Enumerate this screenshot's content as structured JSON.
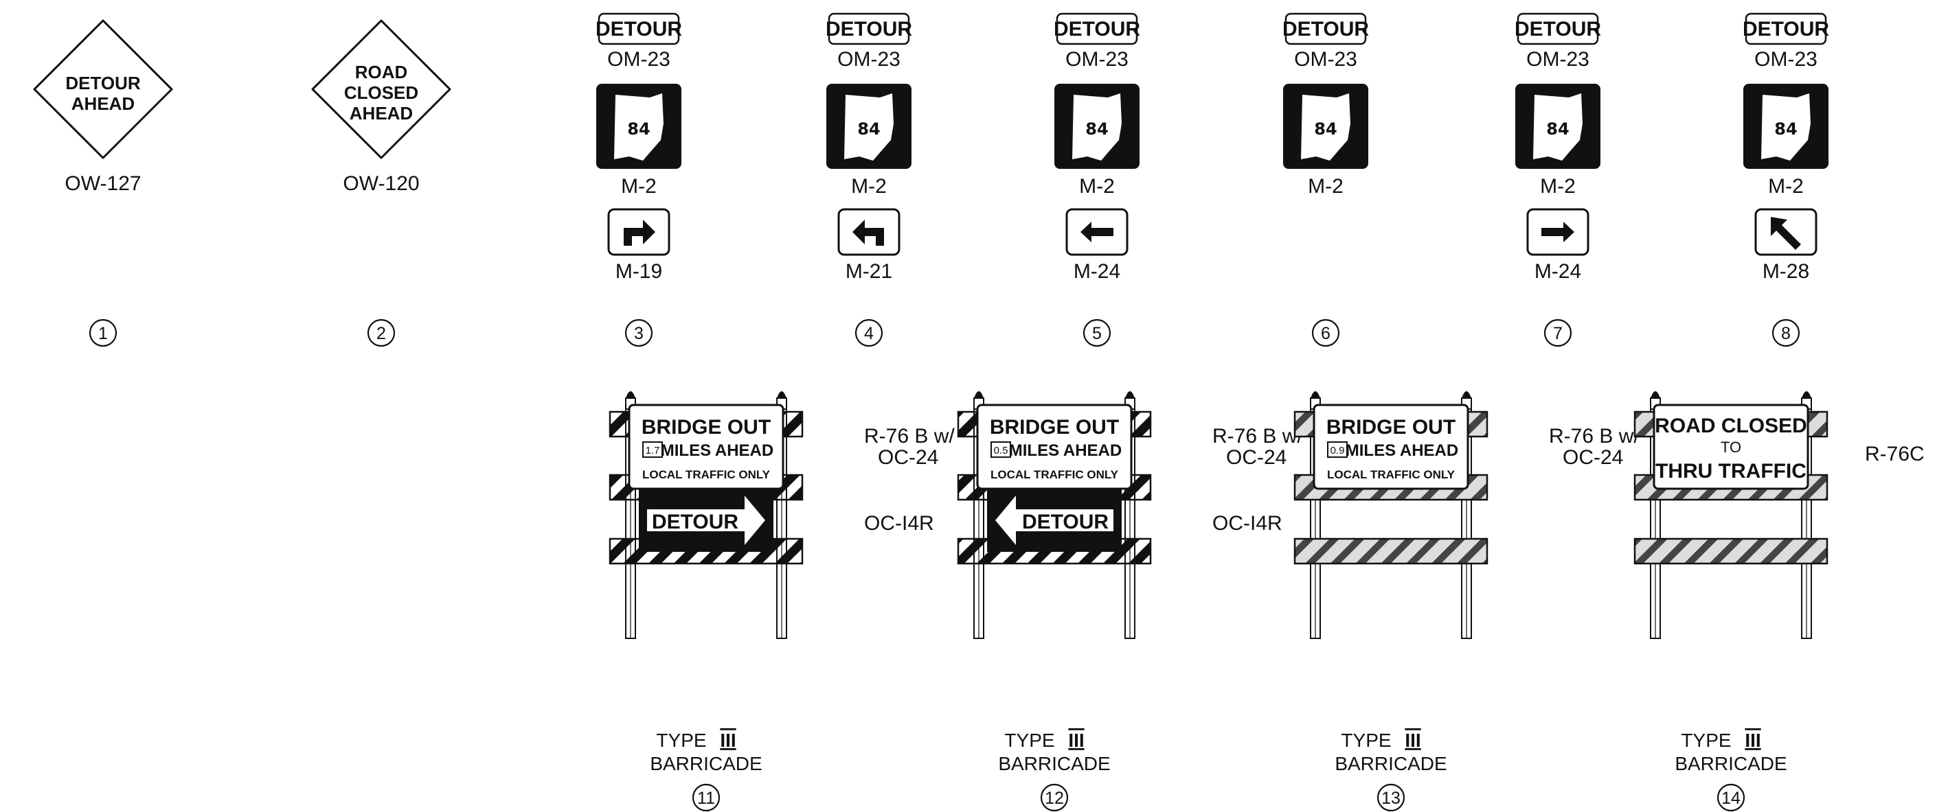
{
  "colors": {
    "ink": "#111111",
    "paper": "#ffffff",
    "stripe": "#111111"
  },
  "warning_signs": [
    {
      "line1": "DETOUR",
      "line2": "AHEAD",
      "line3": "",
      "code": "OW-127",
      "number": "1"
    },
    {
      "line1": "ROAD",
      "line2": "CLOSED",
      "line3": "AHEAD",
      "code": "OW-120",
      "number": "2"
    }
  ],
  "route_assemblies": [
    {
      "detour": "DETOUR",
      "detour_code": "OM-23",
      "route": "84",
      "marker_code": "M-2",
      "arrow_icon": "turn-right-arrow-icon",
      "arrow_code": "M-19",
      "number": "3"
    },
    {
      "detour": "DETOUR",
      "detour_code": "OM-23",
      "route": "84",
      "marker_code": "M-2",
      "arrow_icon": "turn-left-arrow-icon",
      "arrow_code": "M-21",
      "number": "4"
    },
    {
      "detour": "DETOUR",
      "detour_code": "OM-23",
      "route": "84",
      "marker_code": "M-2",
      "arrow_icon": "left-arrow-icon",
      "arrow_code": "M-24",
      "number": "5"
    },
    {
      "detour": "DETOUR",
      "detour_code": "OM-23",
      "route": "84",
      "marker_code": "M-2",
      "arrow_icon": "",
      "arrow_code": "",
      "number": "6"
    },
    {
      "detour": "DETOUR",
      "detour_code": "OM-23",
      "route": "84",
      "marker_code": "M-2",
      "arrow_icon": "right-arrow-icon",
      "arrow_code": "M-24",
      "number": "7"
    },
    {
      "detour": "DETOUR",
      "detour_code": "OM-23",
      "route": "84",
      "marker_code": "M-2",
      "arrow_icon": "diagonal-up-left-arrow-icon",
      "arrow_code": "M-28",
      "number": "8"
    }
  ],
  "barricades": [
    {
      "sign_line1": "BRIDGE OUT",
      "miles": "1.7",
      "sign_line2": "MILES AHEAD",
      "sign_line3": "LOCAL TRAFFIC ONLY",
      "sign_code": "R-76 B w/",
      "sign_code2": "OC-24",
      "detour_panel": "DETOUR",
      "detour_direction": "right",
      "detour_code": "OC-I4R",
      "type_line1": "TYPE",
      "type_roman": "III",
      "type_line2": "BARRICADE",
      "number": "11"
    },
    {
      "sign_line1": "BRIDGE OUT",
      "miles": "0.5",
      "sign_line2": "MILES AHEAD",
      "sign_line3": "LOCAL TRAFFIC ONLY",
      "sign_code": "R-76 B w/",
      "sign_code2": "OC-24",
      "detour_panel": "DETOUR",
      "detour_direction": "left",
      "detour_code": "OC-I4R",
      "type_line1": "TYPE",
      "type_roman": "III",
      "type_line2": "BARRICADE",
      "number": "12"
    },
    {
      "sign_line1": "BRIDGE OUT",
      "miles": "0.9",
      "sign_line2": "MILES AHEAD",
      "sign_line3": "LOCAL TRAFFIC ONLY",
      "sign_code": "R-76 B w/",
      "sign_code2": "OC-24",
      "detour_panel": "",
      "detour_direction": "",
      "detour_code": "",
      "type_line1": "TYPE",
      "type_roman": "III",
      "type_line2": "BARRICADE",
      "number": "13"
    },
    {
      "sign_line1": "ROAD CLOSED",
      "miles": "",
      "sign_line2": "TO",
      "sign_line3": "THRU TRAFFIC",
      "sign_code": "R-76C",
      "sign_code2": "",
      "detour_panel": "",
      "detour_direction": "",
      "detour_code": "",
      "type_line1": "TYPE",
      "type_roman": "III",
      "type_line2": "BARRICADE",
      "number": "14"
    }
  ]
}
